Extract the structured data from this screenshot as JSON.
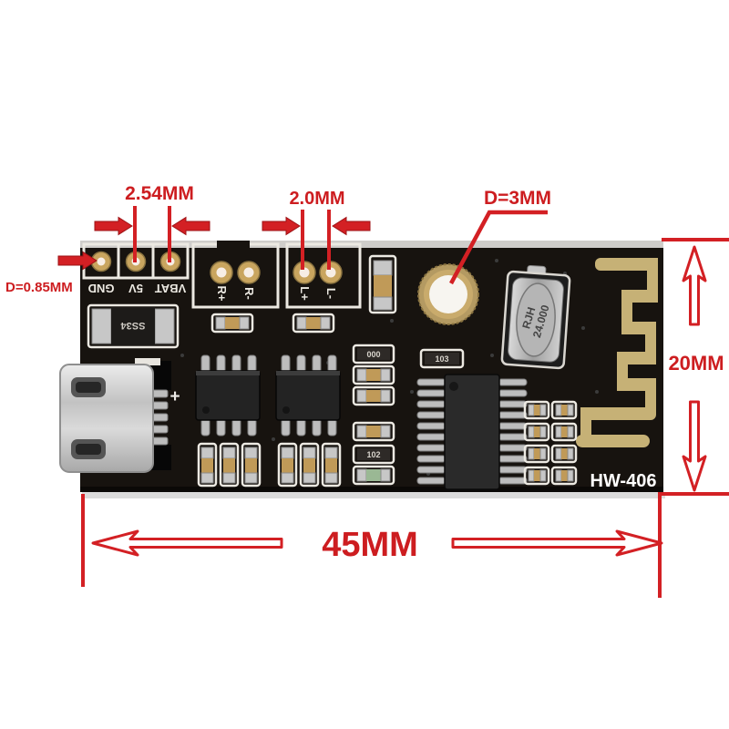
{
  "annotations": {
    "pin_pitch": "2.54MM",
    "audio_pad_pitch": "2.0MM",
    "mount_hole_diameter": "D=3MM",
    "pin_hole_diameter": "D=0.85MM",
    "board_height": "20MM",
    "board_width": "45MM"
  },
  "board": {
    "model": "HW-406",
    "power_pins": [
      "GND",
      "5V",
      "VBAT"
    ],
    "right_channel_pads": [
      "R+",
      "R-"
    ],
    "left_channel_pads": [
      "L+",
      "L-"
    ],
    "diode_code": "SS34",
    "crystal_marking": [
      "RJH",
      "24.000"
    ],
    "usb_polarity_mark": "+",
    "smd_codes": [
      "000",
      "103",
      "102"
    ]
  },
  "colors": {
    "annotation_red": "#d32024",
    "board_black": "#17130f",
    "silkscreen": "#ece9e2",
    "pad_gold": "#c9a55f",
    "antenna_gold": "#c6b176",
    "metal_silver": "#c7c7c7"
  }
}
